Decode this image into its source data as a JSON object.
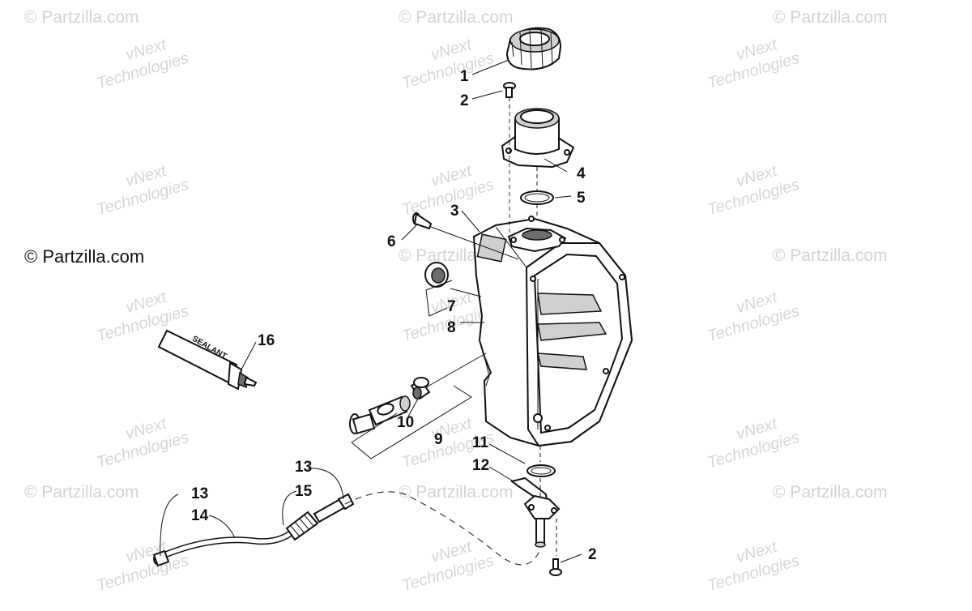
{
  "watermarks": {
    "partzilla": "© Partzilla.com",
    "vnext_line1": "vNext",
    "vnext_line2": "Technologies"
  },
  "credit": "© Partzilla.com",
  "sealant_label": "SEALANT",
  "callouts": {
    "c1": "1",
    "c2a": "2",
    "c2b": "2",
    "c3": "3",
    "c4": "4",
    "c5": "5",
    "c6": "6",
    "c7": "7",
    "c8": "8",
    "c9": "9",
    "c10": "10",
    "c11": "11",
    "c12": "12",
    "c13a": "13",
    "c13b": "13",
    "c14": "14",
    "c15": "15",
    "c16": "16"
  }
}
